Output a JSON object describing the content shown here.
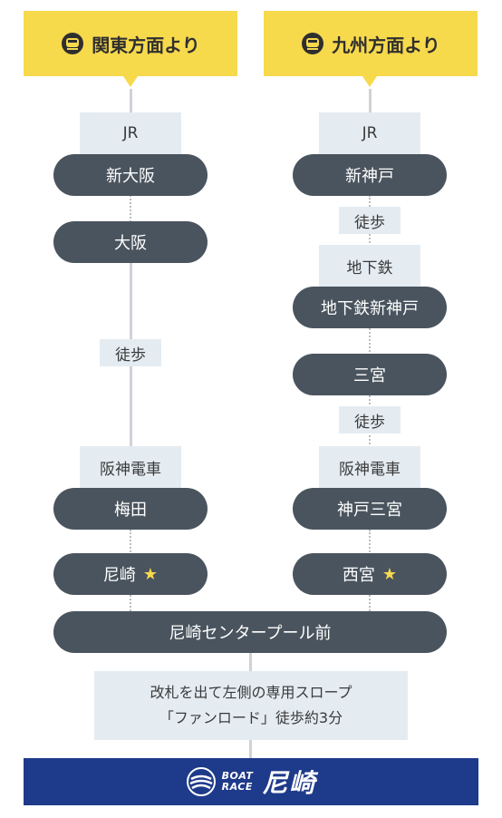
{
  "left": {
    "header": "関東方面より",
    "steps": {
      "jr": "JR",
      "shinosaka": "新大阪",
      "osaka": "大阪",
      "walk": "徒歩",
      "hanshin": "阪神電車",
      "umeda": "梅田",
      "amagasaki": "尼崎"
    }
  },
  "right": {
    "header": "九州方面より",
    "steps": {
      "jr": "JR",
      "shinkobe": "新神戸",
      "walk1": "徒歩",
      "subway": "地下鉄",
      "subway_shinkobe": "地下鉄新神戸",
      "sannomiya": "三宮",
      "walk2": "徒歩",
      "hanshin": "阪神電車",
      "kobe_sannomiya": "神戸三宮",
      "nishinomiya": "西宮"
    }
  },
  "star": "★",
  "destination": "尼崎センタープール前",
  "note": {
    "line1": "改札を出て左側の専用スロープ",
    "line2": "「ファンロード」徒歩約3分"
  },
  "footer": {
    "logo_line1": "BOAT",
    "logo_line2": "RACE",
    "brand": "尼崎"
  },
  "colors": {
    "header_yellow": "#f7d94c",
    "station_dark": "#4a545e",
    "label_bg": "#e4ecf2",
    "footer_navy": "#1e3a8a"
  }
}
